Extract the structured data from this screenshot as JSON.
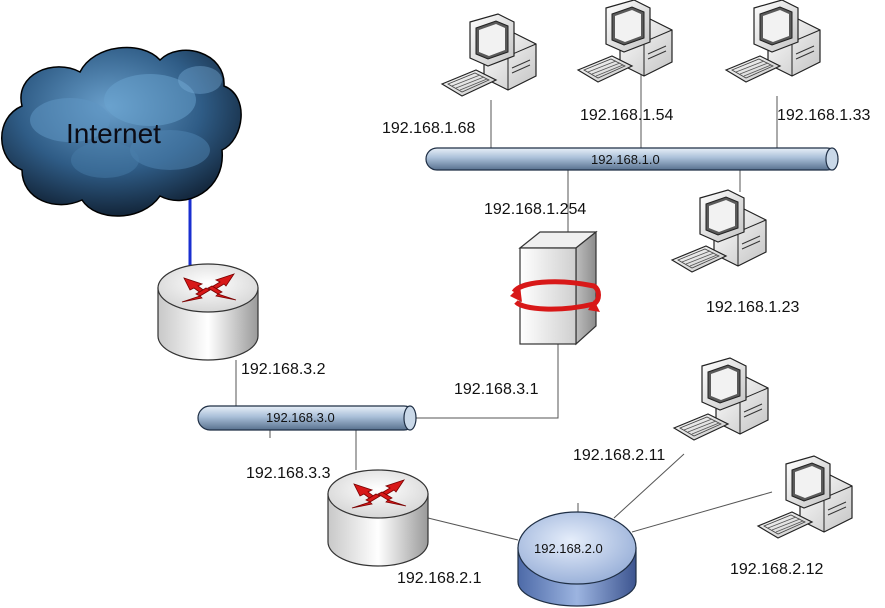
{
  "cloud": {
    "label": "Internet"
  },
  "networks": {
    "lan1": "192.168.1.0",
    "lan3": "192.168.3.0",
    "lan2": "192.168.2.0"
  },
  "addresses": {
    "pc_1_68": "192.168.1.68",
    "pc_1_54": "192.168.1.54",
    "pc_1_33": "192.168.1.33",
    "pc_1_23": "192.168.1.23",
    "gw_1_254": "192.168.1.254",
    "gw_3_1": "192.168.3.1",
    "r1_3_2": "192.168.3.2",
    "r2_3_3": "192.168.3.3",
    "r2_2_1": "192.168.2.1",
    "pc_2_11": "192.168.2.11",
    "pc_2_12": "192.168.2.12"
  },
  "colors": {
    "uplink": "#1a2fd0",
    "bus_fill": "#a9bfd8",
    "hub_fill": "#8fa8d4",
    "arrow": "#d81818",
    "cloud": "#3b6a94"
  }
}
